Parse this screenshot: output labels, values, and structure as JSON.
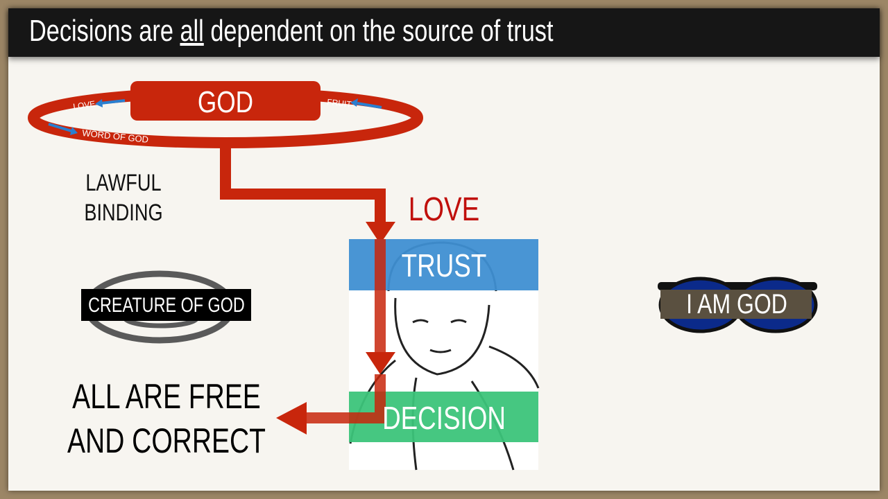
{
  "title": {
    "before": "Decisions are ",
    "underlined": "all",
    "after": " dependent on the source of trust"
  },
  "god_ring": {
    "label": "GOD",
    "love": "LOVE",
    "fruit": "FRUIT",
    "word": "WORD OF GOD"
  },
  "left": {
    "lawful": "LAWFUL",
    "binding": "BINDING",
    "creature": "CREATURE OF GOD",
    "free1": "ALL ARE FREE",
    "free2": "AND CORRECT"
  },
  "center": {
    "love": "LOVE",
    "trust": "TRUST",
    "decision": "DECISION"
  },
  "right": {
    "i_am_god": "I AM GOD"
  },
  "colors": {
    "red": "#c8260c",
    "blue": "#3f8fd2",
    "green": "#3cc47a",
    "frame": "#9c8666"
  }
}
